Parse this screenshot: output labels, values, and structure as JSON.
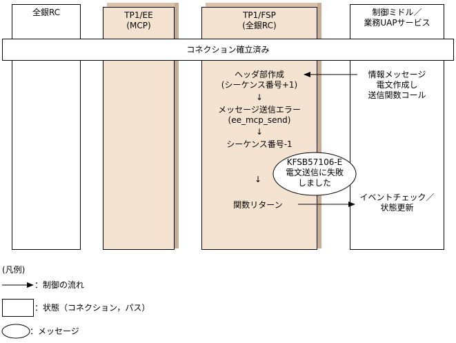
{
  "lanes": {
    "zengin": {
      "title": "全銀RC"
    },
    "tp1ee": {
      "title": "TP1/EE\n(MCP)"
    },
    "tp1fsp": {
      "title": "TP1/FSP\n(全銀RC)"
    },
    "middle": {
      "title": "制御ミドル／\n業務UAPサービス"
    }
  },
  "status_band": "コネクション確立済み",
  "flow": {
    "header_create": "ヘッダ部作成\n(シーケンス番号+1)",
    "send_error": "メッセージ送信エラー\n(ee_mcp_send)",
    "seq_minus": "シーケンス番号-1",
    "func_return": "関数リターン",
    "down_arrow": "↓"
  },
  "middle_notes": {
    "info_msg": "情報メッセージ\n電文作成し\n送信関数コール",
    "event_check": "イベントチェック／\n状態更新"
  },
  "message": "KFSB57106-E\n電文送信に失敗\nしました",
  "legend": {
    "title": "(凡例)",
    "control_flow": "：制御の流れ",
    "state": "：状態（コネクション，パス）",
    "message": "：メッセージ"
  }
}
